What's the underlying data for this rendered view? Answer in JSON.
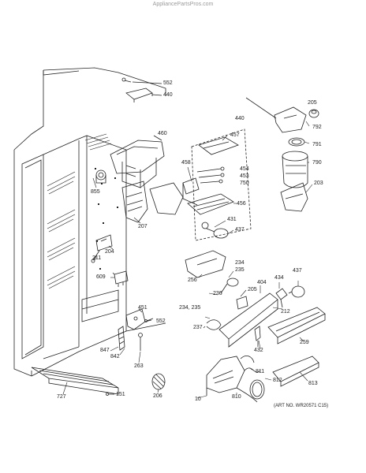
{
  "source": "AppliancePartsPros.com",
  "art_number": "(ART NO. WR20571 C15)",
  "labels": {
    "p552a": "552",
    "p440a": "440",
    "p460": "460",
    "p855": "855",
    "p207": "207",
    "p204": "204",
    "p211": "211",
    "p609": "609",
    "p451": "451",
    "p552b": "552",
    "p847": "847",
    "p842": "842",
    "p263": "263",
    "p727": "727",
    "p151": "151",
    "p206": "206",
    "p440b": "440",
    "p457": "457",
    "p458": "458",
    "p454": "454",
    "p453": "453",
    "p750": "750",
    "p456": "456",
    "p431": "431",
    "p437a": "437",
    "p256": "256",
    "p234a": "234",
    "p235a": "235",
    "p236": "236",
    "p205a": "205",
    "p404": "404",
    "p434": "434",
    "p437b": "437",
    "p234b": "234,",
    "p235b": "235",
    "p237": "237",
    "p212": "212",
    "p432": "432",
    "p259": "259",
    "p811": "811",
    "p812": "812",
    "p813": "813",
    "p810": "810",
    "p10": "10",
    "p205b": "205",
    "p792": "792",
    "p791": "791",
    "p790": "790",
    "p203": "203"
  }
}
